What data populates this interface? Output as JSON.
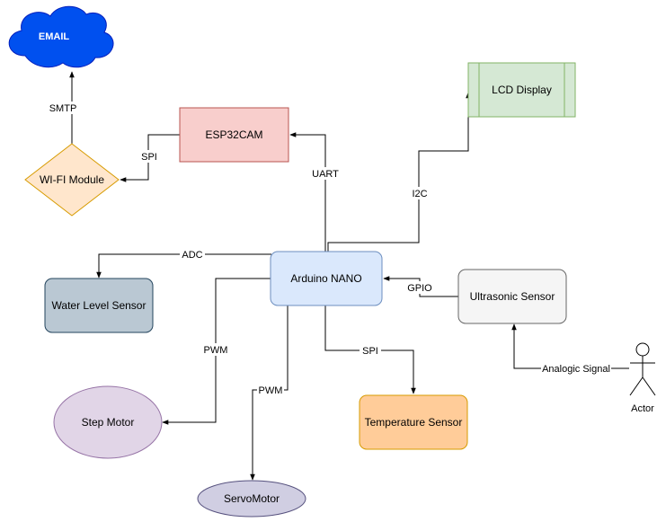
{
  "nodes": {
    "email": {
      "label": "EMAIL",
      "color": "#0050ef"
    },
    "esp32cam": {
      "label": "ESP32CAM",
      "color": "#f8cecc"
    },
    "lcd": {
      "label": "LCD Display",
      "color": "#d5e8d4"
    },
    "wifi": {
      "label": "WI-FI Module",
      "color": "#ffe6cc"
    },
    "arduino": {
      "label": "Arduino NANO",
      "color": "#dae8fc"
    },
    "water": {
      "label": "Water Level Sensor",
      "color": "#bac8d3"
    },
    "ultrasonic": {
      "label": "Ultrasonic Sensor",
      "color": "#f5f5f5"
    },
    "step": {
      "label": "Step Motor",
      "color": "#e1d5e7"
    },
    "temp": {
      "label": "Temperature Sensor",
      "color": "#ffcc99"
    },
    "servo": {
      "label": "ServoMotor",
      "color": "#d0cee2"
    },
    "actor": {
      "label": "Actor"
    }
  },
  "edges": {
    "smtp": "SMTP",
    "spi_wifi": "SPI",
    "uart": "UART",
    "i2c": "I2C",
    "adc": "ADC",
    "gpio": "GPIO",
    "pwm_step": "PWM",
    "pwm_servo": "PWM",
    "spi_temp": "SPI",
    "analog": "Analogic Signal"
  }
}
